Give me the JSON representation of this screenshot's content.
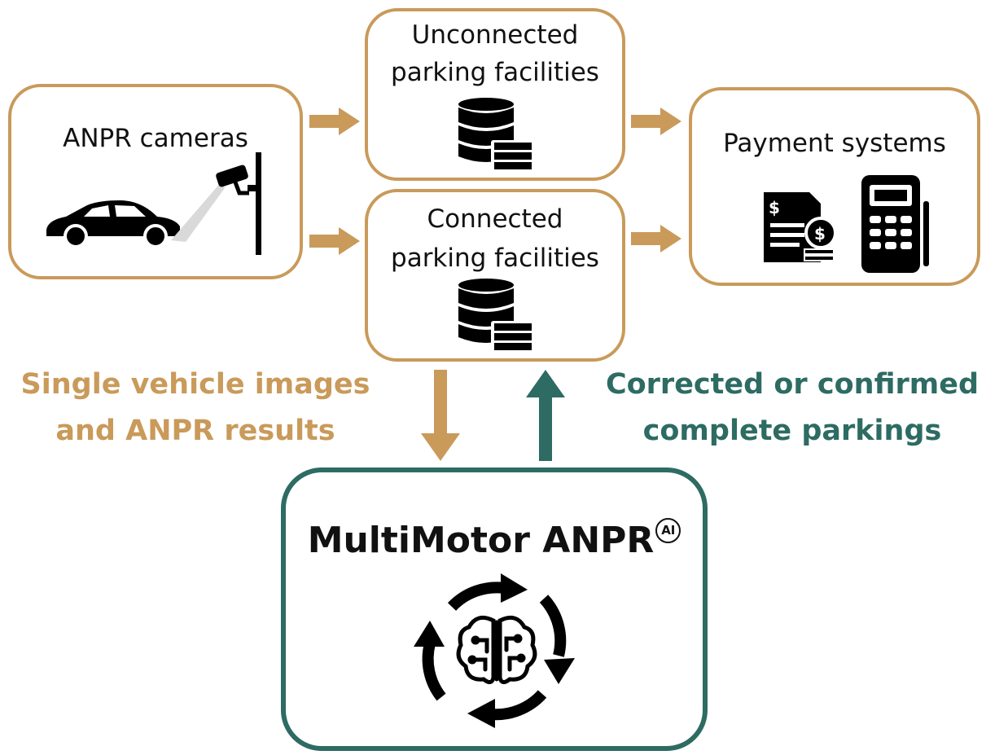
{
  "nodes": {
    "anpr_cameras": "ANPR cameras",
    "unconnected": [
      "Unconnected",
      "parking facilities"
    ],
    "connected": [
      "Connected",
      "parking facilities"
    ],
    "payment": "Payment systems",
    "multimotor": {
      "title": "MultiMotor ANPR",
      "badge": "AI"
    }
  },
  "flows": {
    "down_label": [
      "Single vehicle images",
      "and ANPR results"
    ],
    "up_label": [
      "Corrected or confirmed",
      "complete parkings"
    ]
  },
  "icons": [
    "car-icon",
    "security-camera-icon",
    "database-server-icon",
    "invoice-icon",
    "payment-terminal-icon",
    "ai-brain-cycle-icon"
  ],
  "colors": {
    "tan": "#c99a5a",
    "teal": "#2d6b63"
  }
}
